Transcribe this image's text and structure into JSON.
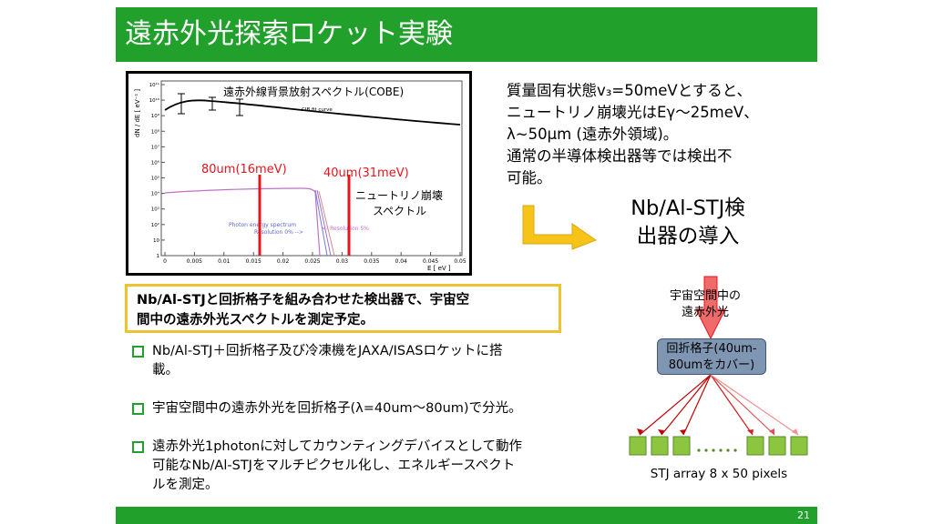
{
  "title": "遠赤外光探索ロケット実験",
  "page_number": "21",
  "plot": {
    "inset_title": "遠赤外線背景放射スペクトル(COBE)",
    "fit_label": "CIB fit curve",
    "marker_80": "80um(16meV)",
    "marker_40": "40um(31meV)",
    "neutrino_label_1": "ニュートリノ崩壊",
    "neutrino_label_2": "スペクトル",
    "photon_label_1": "Photon energy spectrum",
    "photon_label_2": "Resolution 0% -->",
    "resolution_label": "<- Resolution 5%",
    "ylabel": "dN / dE [ eV⁻¹ ]",
    "xlabel": "E [ eV ]",
    "x_ticks": [
      "0",
      "0.005",
      "0.01",
      "0.015",
      "0.02",
      "0.025",
      "0.03",
      "0.035",
      "0.04",
      "0.045",
      "0.05"
    ],
    "y_ticks": [
      "1",
      "10",
      "10²",
      "10³",
      "10⁴",
      "10⁵",
      "10⁶",
      "10⁷",
      "10⁸",
      "10⁹",
      "10¹⁰",
      "10¹¹"
    ]
  },
  "right_text": {
    "line1": "質量固有状態v₃=50meVとすると、",
    "line2": "ニュートリノ崩壊光はEγ〜25meV、",
    "line3": "λ~50μm (遠赤外領域)。",
    "line4": "通常の半導体検出器等では検出不",
    "line5": "可能。"
  },
  "nbal_title_1": "Nb/Al-STJ検",
  "nbal_title_2": "出器の導入",
  "yellow_box": {
    "line1": "Nb/Al-STJと回折格子を組み合わせた検出器で、宇宙空",
    "line2": "間中の遠赤外光スペクトルを測定予定。"
  },
  "bullets": [
    {
      "lines": [
        "Nb/Al-STJ＋回折格子及び冷凍機をJAXA/ISASロケットに搭",
        "載。"
      ]
    },
    {
      "lines": [
        "宇宙空間中の遠赤外光を回折格子(λ=40um〜80um)で分光。"
      ]
    },
    {
      "lines": [
        "遠赤外光1photonに対してカウンティングデバイスとして動作",
        "可能なNb/Al-STJをマルチピクセル化し、エネルギースペクト",
        "ルを測定。"
      ]
    }
  ],
  "diagram": {
    "space_label_1": "宇宙空間中の",
    "space_label_2": "遠赤外光",
    "grating_1": "回折格子(40um-",
    "grating_2": "80umをカバー)",
    "stj_label": "STJ array 8 x 50 pixels"
  },
  "colors": {
    "accent_green": "#22a02c",
    "box_yellow": "#f2c12e",
    "marker_red": "#e8141c",
    "grating_blue": "#7f96b3",
    "pixel_green": "#8cc63f"
  }
}
